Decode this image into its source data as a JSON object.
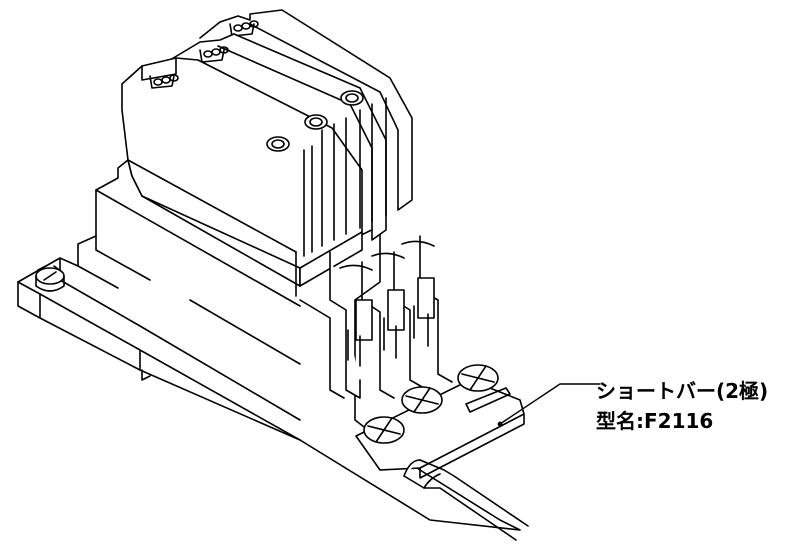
{
  "callout": {
    "name_label": "ショートバー(2極)",
    "model_label": "型名:F2116"
  },
  "colors": {
    "line": "#000000",
    "fill": "#ffffff"
  },
  "icons": [
    "screw-head-cross",
    "screw-head-round",
    "terminal-connector"
  ]
}
